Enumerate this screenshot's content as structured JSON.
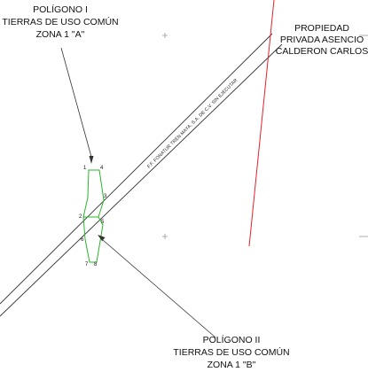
{
  "labels": {
    "poligono_1": {
      "line1": "POLÍGONO I",
      "line2": "TIERRAS DE USO COMÚN",
      "line3": "ZONA 1 \"A\""
    },
    "poligono_2": {
      "line1": "POLÍGONO II",
      "line2": "TIERRAS DE USO COMÚN",
      "line3": "ZONA 1 \"B\""
    },
    "propiedad": {
      "line1": "PROPIEDAD",
      "line2": "PRIVADA ASENCIO",
      "line3": "CALDERON CARLOS"
    },
    "road": "F.F. FONATUR TREN MAYA, S.A. DE C.V. SIN EJECUTAR"
  },
  "vertices": {
    "v1": "1",
    "v2": "2",
    "v3": "3",
    "v4": "4",
    "v5": "5",
    "v6": "6",
    "v7": "7",
    "v8": "8"
  },
  "colors": {
    "background": "#ffffff",
    "polygon": "#2bb52b",
    "property_line": "#e8202a",
    "lines": "#333333",
    "text": "#111111"
  }
}
